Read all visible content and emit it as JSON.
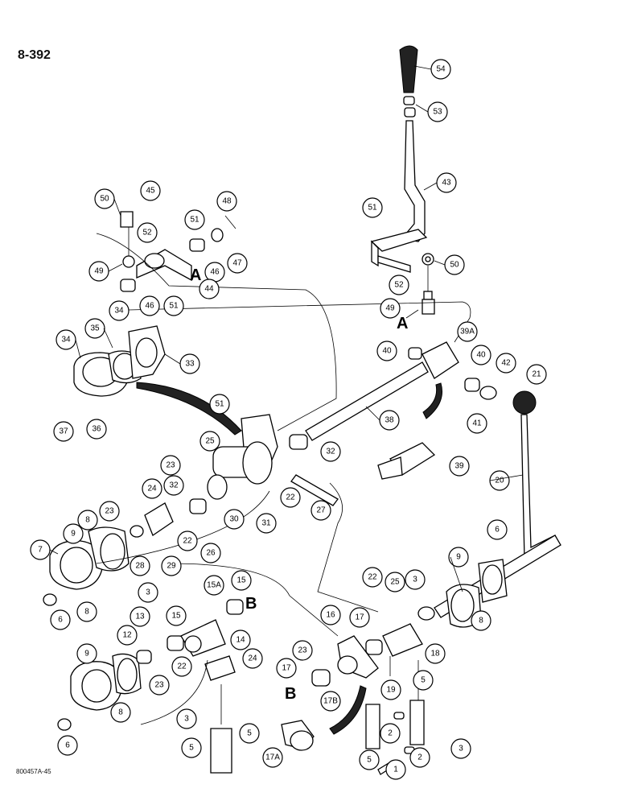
{
  "page": {
    "title": "8-392",
    "doc_code": "800457A-45"
  },
  "letters": {
    "a1": "A",
    "a2": "A",
    "b1": "B",
    "b2": "B"
  },
  "callouts": [
    "54",
    "53",
    "43",
    "51",
    "50",
    "52",
    "49",
    "45",
    "51",
    "48",
    "47",
    "46",
    "44",
    "49",
    "46",
    "51",
    "50",
    "52",
    "34",
    "35",
    "34",
    "33",
    "39A",
    "40",
    "40",
    "42",
    "41",
    "21",
    "37",
    "36",
    "51",
    "38",
    "25",
    "32",
    "39",
    "20",
    "23",
    "22",
    "27",
    "30",
    "31",
    "24",
    "32",
    "23",
    "22",
    "26",
    "28",
    "29",
    "7",
    "9",
    "8",
    "6",
    "8",
    "3",
    "15A",
    "15",
    "13",
    "15",
    "14",
    "12",
    "23",
    "22",
    "24",
    "9",
    "8",
    "6",
    "3",
    "5",
    "5",
    "17A",
    "22",
    "25",
    "3",
    "16",
    "17",
    "23",
    "18",
    "17",
    "19",
    "17B",
    "5",
    "2",
    "2",
    "3",
    "5",
    "1",
    "6",
    "9",
    "8",
    "B"
  ]
}
